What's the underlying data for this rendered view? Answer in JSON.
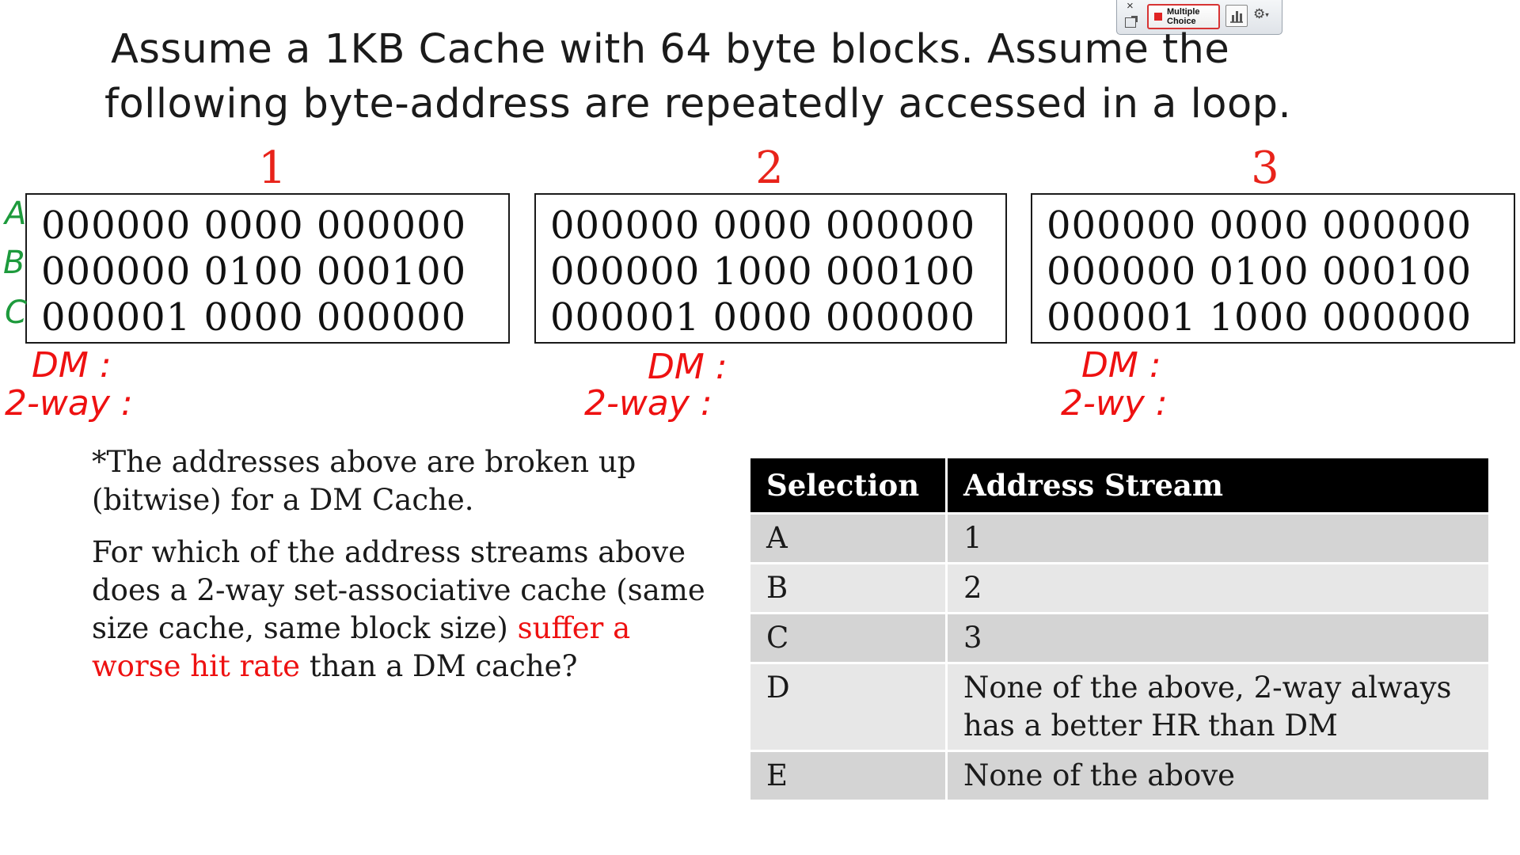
{
  "toolbar": {
    "close_glyph": "×",
    "mc_label": "Multiple\nChoice",
    "gear_glyph": "⚙",
    "caret_glyph": "▾"
  },
  "title": {
    "line1": "Assume a 1KB Cache with 64 byte blocks. Assume the",
    "line2": "following byte-address are repeatedly accessed in a loop."
  },
  "streams": [
    {
      "number": "1",
      "lines": [
        "000000 0000 000000",
        "000000 0100 000100",
        "000001 0000 000000"
      ]
    },
    {
      "number": "2",
      "lines": [
        "000000 0000 000000",
        "000000 1000 000100",
        "000001 0000 000000"
      ]
    },
    {
      "number": "3",
      "lines": [
        "000000 0000 000000",
        "000000 0100 000100",
        "000001 1000 000000"
      ]
    }
  ],
  "annotations": {
    "row_letters": [
      "A",
      "B",
      "C"
    ],
    "stream1": {
      "dm": "DM :",
      "two_way": "2-way :"
    },
    "stream2": {
      "dm": "DM :",
      "two_way": "2-way :"
    },
    "stream3": {
      "dm": "DM :",
      "two_way": "2-wy :"
    }
  },
  "question": {
    "note": "*The addresses above are broken up (bitwise) for a DM Cache.",
    "q_before": "For which of the address streams above does a 2-way set-associative cache (same size cache, same block size) ",
    "q_highlight": "suffer a worse hit rate",
    "q_after": " than a DM cache?"
  },
  "table": {
    "headers": [
      "Selection",
      "Address Stream"
    ],
    "rows": [
      {
        "selection": "A",
        "stream": "1"
      },
      {
        "selection": "B",
        "stream": "2"
      },
      {
        "selection": "C",
        "stream": "3"
      },
      {
        "selection": "D",
        "stream": "None of the above, 2-way always has a better HR than DM"
      },
      {
        "selection": "E",
        "stream": "None of the above"
      }
    ]
  },
  "colors": {
    "accent_red": "#ee1111",
    "annotation_green": "#1d9a3c",
    "header_bg": "#000000",
    "row_dark": "#d4d4d4",
    "row_light": "#e7e7e7"
  }
}
